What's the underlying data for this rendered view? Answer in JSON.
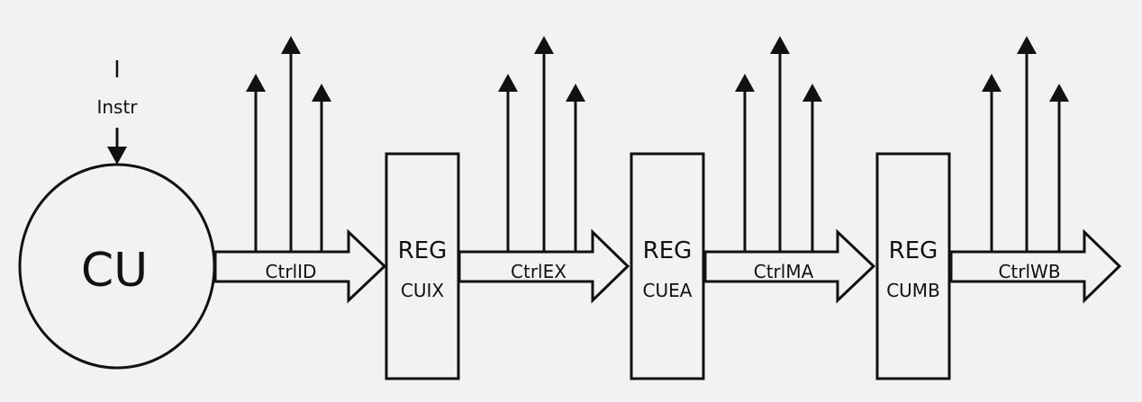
{
  "diagram": {
    "cu_label": "CU",
    "instr_label": "Instr",
    "instr_bar": "I",
    "registers": [
      {
        "title": "REG",
        "name": "CUIX"
      },
      {
        "title": "REG",
        "name": "CUEA"
      },
      {
        "title": "REG",
        "name": "CUMB"
      }
    ],
    "buses": [
      "CtrlID",
      "CtrlEX",
      "CtrlMA",
      "CtrlWB"
    ]
  },
  "colors": {
    "background": "#f2f2f2",
    "stroke": "#111111"
  }
}
